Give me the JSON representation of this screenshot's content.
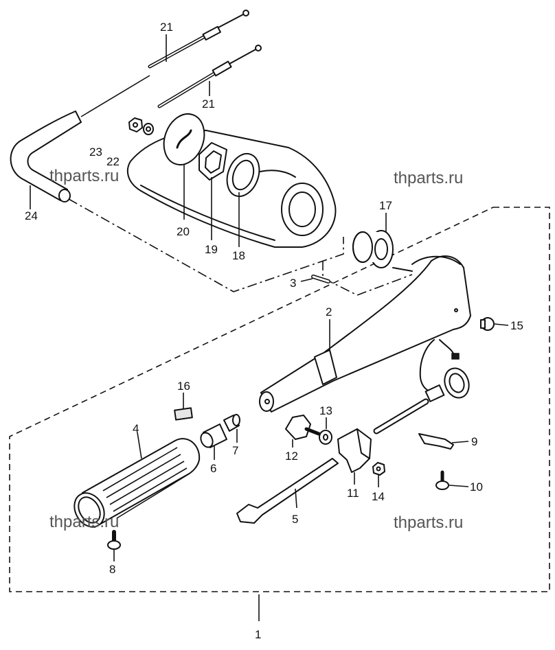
{
  "watermark": "thparts.ru",
  "callouts": {
    "c1": "1",
    "c2": "2",
    "c3": "3",
    "c4": "4",
    "c5": "5",
    "c6": "6",
    "c7": "7",
    "c8": "8",
    "c9": "9",
    "c10": "10",
    "c11": "11",
    "c12": "12",
    "c13": "13",
    "c14": "14",
    "c15": "15",
    "c16": "16",
    "c17": "17",
    "c18": "18",
    "c19": "19",
    "c20": "20",
    "c21a": "21",
    "c21b": "21",
    "c22": "22",
    "c23": "23",
    "c24": "24"
  },
  "colors": {
    "line": "#111111",
    "fill": "#ffffff",
    "shade": "#e6e6e6",
    "watermark": "#555555"
  }
}
